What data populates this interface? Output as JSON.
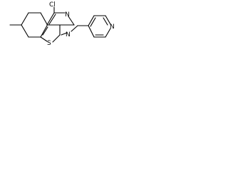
{
  "molecule": {
    "atoms": {
      "chlorine": "Cl",
      "pyrimidine_n_upper": "N",
      "pyrimidine_n_lower": "N",
      "sulfur": "S",
      "pyridine_n": "N"
    }
  }
}
